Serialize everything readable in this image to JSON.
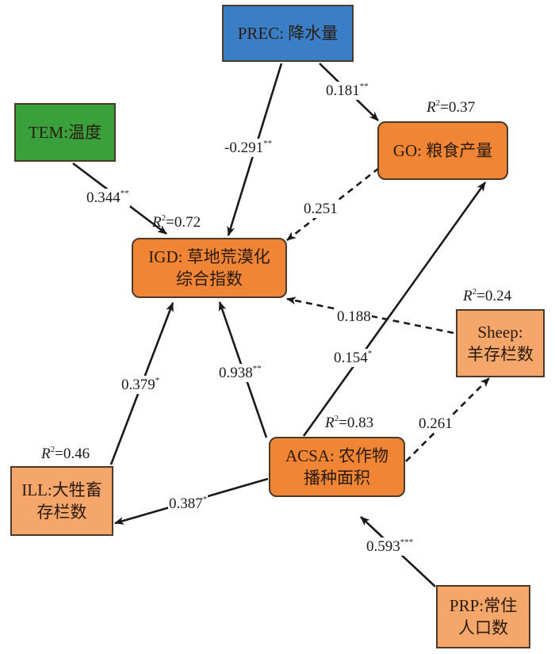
{
  "colors": {
    "prec_fill": "#3a7fc5",
    "tem_fill": "#3aa03c",
    "endog_fill": "#ef8535",
    "exog_fill": "#f5a66a",
    "edge": "#1a1a1a",
    "border": "#4a3a2a"
  },
  "nodes": [
    {
      "id": "PREC",
      "lines": [
        "PREC: 降水量"
      ],
      "r2": null,
      "style": "rect",
      "fill": "prec_fill"
    },
    {
      "id": "TEM",
      "lines": [
        "TEM:温度"
      ],
      "r2": null,
      "style": "rect",
      "fill": "tem_fill"
    },
    {
      "id": "GO",
      "lines": [
        "GO: 粮食产量"
      ],
      "r2": "0.37",
      "style": "rounded",
      "fill": "endog_fill"
    },
    {
      "id": "IGD",
      "lines": [
        "IGD: 草地荒漠化",
        "综合指数"
      ],
      "r2": "0.72",
      "style": "rounded",
      "fill": "endog_fill"
    },
    {
      "id": "Sheep",
      "lines": [
        "Sheep:",
        "羊存栏数"
      ],
      "r2": "0.24",
      "style": "rect",
      "fill": "exog_fill"
    },
    {
      "id": "ACSA",
      "lines": [
        "ACSA: 农作物",
        "播种面积"
      ],
      "r2": "0.83",
      "style": "rounded",
      "fill": "endog_fill"
    },
    {
      "id": "ILL",
      "lines": [
        "ILL:大牲畜",
        "存栏数"
      ],
      "r2": "0.46",
      "style": "rect",
      "fill": "exog_fill"
    },
    {
      "id": "PRP",
      "lines": [
        "PRP:常住",
        "人口数"
      ],
      "r2": null,
      "style": "rect",
      "fill": "exog_fill"
    }
  ],
  "r2_prefix": "R",
  "r2_sup": "2",
  "r2_eq": "=",
  "edges": [
    {
      "from": "PREC",
      "to": "GO",
      "coef": "0.181",
      "sig": "**",
      "dashed": false
    },
    {
      "from": "PREC",
      "to": "IGD",
      "coef": "-0.291",
      "sig": "**",
      "dashed": false
    },
    {
      "from": "TEM",
      "to": "IGD",
      "coef": "0.344",
      "sig": "**",
      "dashed": false
    },
    {
      "from": "GO",
      "to": "IGD",
      "coef": "0.251",
      "sig": "",
      "dashed": true
    },
    {
      "from": "Sheep",
      "to": "IGD",
      "coef": "0.188",
      "sig": "",
      "dashed": true
    },
    {
      "from": "ACSA",
      "to": "GO",
      "coef": "0.154",
      "sig": "*",
      "dashed": false
    },
    {
      "from": "ACSA",
      "to": "IGD",
      "coef": "0.938",
      "sig": "**",
      "dashed": false
    },
    {
      "from": "ILL",
      "to": "IGD",
      "coef": "0.379",
      "sig": "*",
      "dashed": false
    },
    {
      "from": "ACSA",
      "to": "Sheep",
      "coef": "0.261",
      "sig": "",
      "dashed": true
    },
    {
      "from": "ACSA",
      "to": "ILL",
      "coef": "0.387",
      "sig": "*",
      "dashed": false
    },
    {
      "from": "PRP",
      "to": "ACSA",
      "coef": "0.593",
      "sig": "***",
      "dashed": false
    }
  ]
}
